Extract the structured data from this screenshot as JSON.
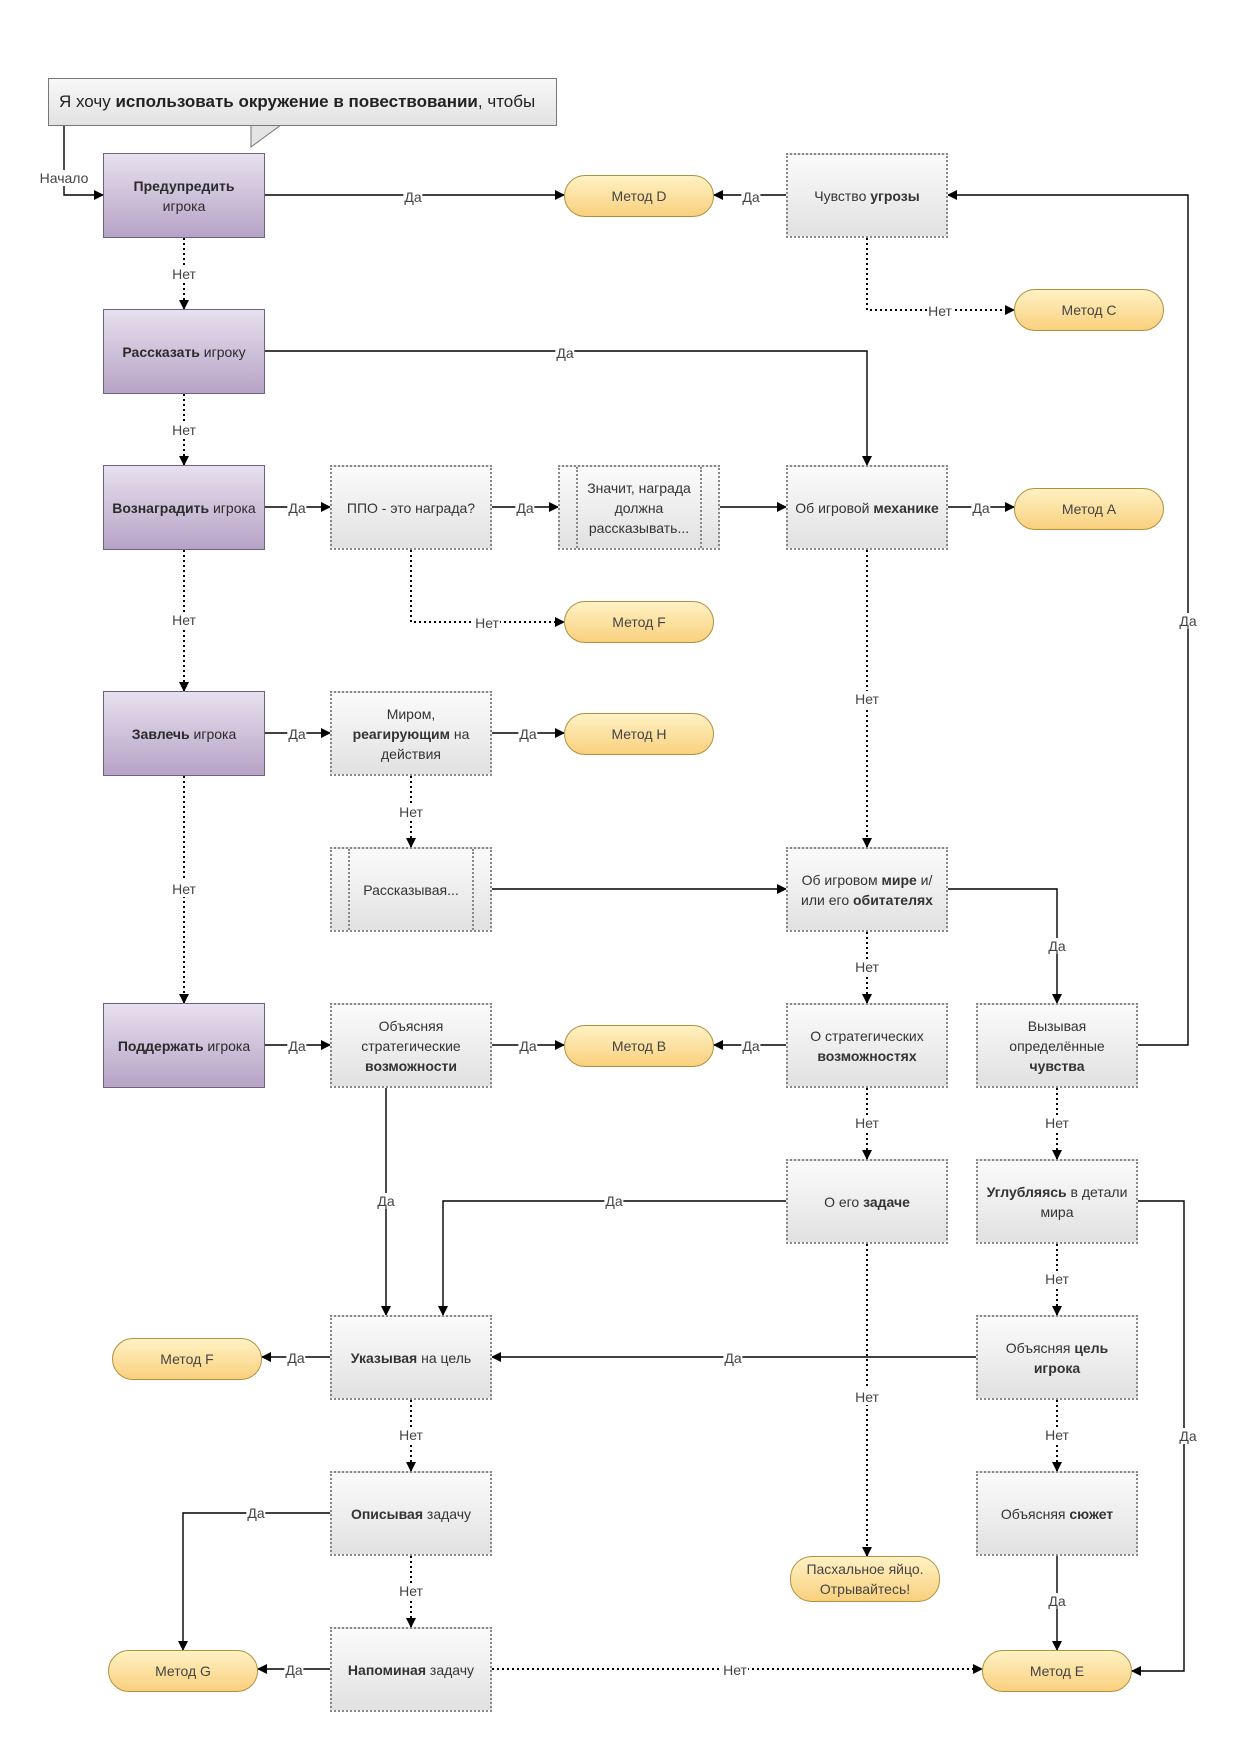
{
  "callout": {
    "prefix": "Я хочу ",
    "bold": "использовать окружение в повествовании",
    "suffix": ", чтобы"
  },
  "start_label": "Начало",
  "nodes": {
    "warn": {
      "parts": [
        {
          "t": "Предупредить",
          "b": true
        },
        {
          "t": "\nигрока",
          "b": false
        }
      ]
    },
    "tell": {
      "parts": [
        {
          "t": "Рассказать",
          "b": true
        },
        {
          "t": " игроку",
          "b": false
        }
      ]
    },
    "reward": {
      "parts": [
        {
          "t": "Вознаградить",
          "b": true
        },
        {
          "t": " игрока",
          "b": false
        }
      ]
    },
    "engage": {
      "parts": [
        {
          "t": "Завлечь",
          "b": true
        },
        {
          "t": " игрока",
          "b": false
        }
      ]
    },
    "support": {
      "parts": [
        {
          "t": "Поддержать",
          "b": true
        },
        {
          "t": " игрока",
          "b": false
        }
      ]
    },
    "threat": {
      "parts": [
        {
          "t": "Чувство ",
          "b": false
        },
        {
          "t": "угрозы",
          "b": true
        }
      ]
    },
    "ppo": {
      "parts": [
        {
          "t": "ППО - это награда?",
          "b": false
        }
      ]
    },
    "reward_tell": {
      "parts": [
        {
          "t": "Значит, награда должна рассказывать...",
          "b": false
        }
      ]
    },
    "mechanics": {
      "parts": [
        {
          "t": "Об игровой ",
          "b": false
        },
        {
          "t": "механике",
          "b": true
        }
      ]
    },
    "world_react": {
      "parts": [
        {
          "t": "Миром, ",
          "b": false
        },
        {
          "t": "реагирующим",
          "b": true
        },
        {
          "t": " на действия",
          "b": false
        }
      ]
    },
    "telling": {
      "parts": [
        {
          "t": "Рассказывая...",
          "b": false
        }
      ]
    },
    "world": {
      "parts": [
        {
          "t": "Об игровом ",
          "b": false
        },
        {
          "t": "мире",
          "b": true
        },
        {
          "t": " и/или его ",
          "b": false
        },
        {
          "t": "обитателях",
          "b": true
        }
      ]
    },
    "explain_strat": {
      "parts": [
        {
          "t": "Объясняя стратегические ",
          "b": false
        },
        {
          "t": "возможности",
          "b": true
        }
      ]
    },
    "strat": {
      "parts": [
        {
          "t": "О стратегических ",
          "b": false
        },
        {
          "t": "возможностях",
          "b": true
        }
      ]
    },
    "feelings": {
      "parts": [
        {
          "t": "Вызывая определённые ",
          "b": false
        },
        {
          "t": "чувства",
          "b": true
        }
      ]
    },
    "task": {
      "parts": [
        {
          "t": "О его ",
          "b": false
        },
        {
          "t": "задаче",
          "b": true
        }
      ]
    },
    "deeper": {
      "parts": [
        {
          "t": "Углубляясь",
          "b": true
        },
        {
          "t": " в детали мира",
          "b": false
        }
      ]
    },
    "pointing": {
      "parts": [
        {
          "t": "Указывая",
          "b": true
        },
        {
          "t": " на цель",
          "b": false
        }
      ]
    },
    "explain_goal": {
      "parts": [
        {
          "t": "Объясняя ",
          "b": false
        },
        {
          "t": "цель игрока",
          "b": true
        }
      ]
    },
    "describe_task": {
      "parts": [
        {
          "t": "Описывая",
          "b": true
        },
        {
          "t": " задачу",
          "b": false
        }
      ]
    },
    "remind_task": {
      "parts": [
        {
          "t": "Напоминая",
          "b": true
        },
        {
          "t": " задачу",
          "b": false
        }
      ]
    },
    "explain_plot": {
      "parts": [
        {
          "t": "Объясняя ",
          "b": false
        },
        {
          "t": "сюжет",
          "b": true
        }
      ]
    }
  },
  "terminals": {
    "method_d": "Метод D",
    "method_c": "Метод C",
    "method_a": "Метод A",
    "method_f1": "Метод F",
    "method_h": "Метод H",
    "method_b": "Метод B",
    "method_f2": "Метод F",
    "easter": "Пасхальное яйцо.\nОтрывайтесь!",
    "method_g": "Метод G",
    "method_e": "Метод E"
  },
  "edge_labels": {
    "yes": "Да",
    "no": "Нет"
  }
}
